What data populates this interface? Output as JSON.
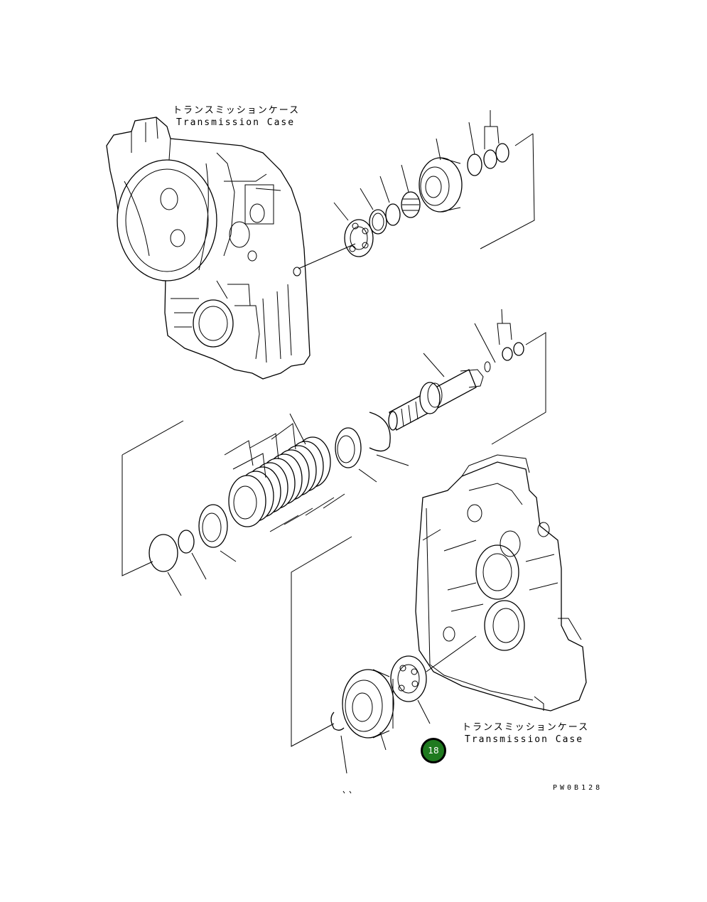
{
  "labels": {
    "case_top_jp": "トランスミッションケース",
    "case_top_en": "Transmission Case",
    "case_bottom_jp": "トランスミッションケース",
    "case_bottom_en": "Transmission Case",
    "drawing_code": "PW0B128"
  },
  "badge": {
    "number": "18",
    "color": "#1f7a1f"
  }
}
